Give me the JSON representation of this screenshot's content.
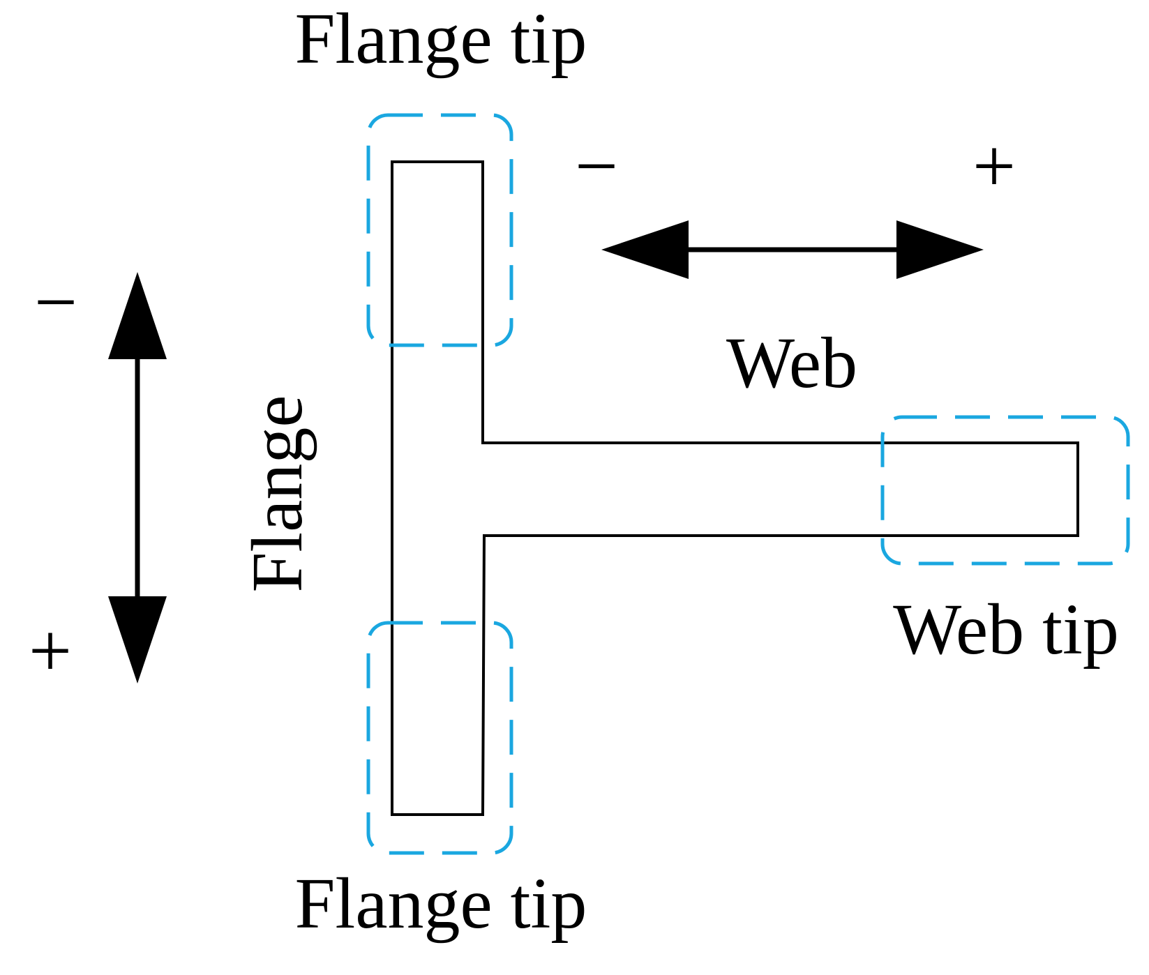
{
  "labels": {
    "flange_tip_top": "Flange tip",
    "flange_tip_bottom": "Flange tip",
    "flange": "Flange",
    "web": "Web",
    "web_tip": "Web tip"
  },
  "signs": {
    "vertical_top": "−",
    "vertical_bottom": "+",
    "horizontal_left": "−",
    "horizontal_right": "+"
  },
  "colors": {
    "outline": "#000000",
    "tip_region_dashed": "#1aa7e0",
    "arrow": "#000000"
  }
}
